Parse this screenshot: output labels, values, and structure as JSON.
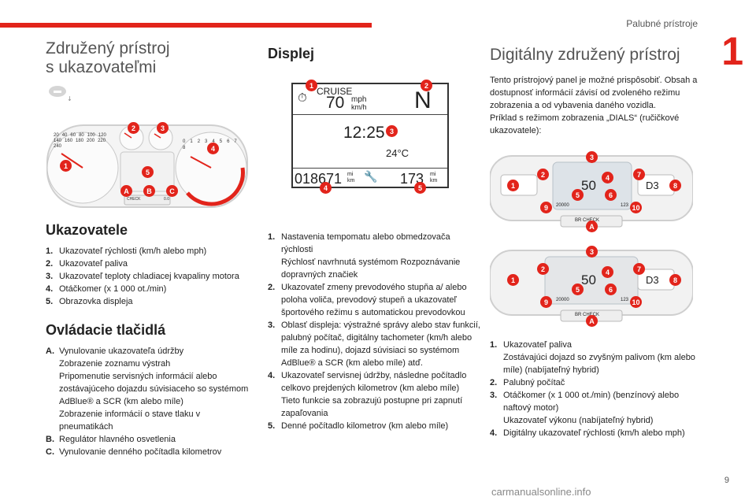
{
  "header": {
    "section_title": "Palubné prístroje",
    "chapter_number": "1"
  },
  "footer": {
    "page_number": "9",
    "watermark": "carmanualsonline.info"
  },
  "col1": {
    "title_line1": "Združený prístroj",
    "title_line2": "s ukazovateľmi",
    "gauges_heading": "Ukazovatele",
    "gauges": [
      {
        "num": "1.",
        "text": "Ukazovateľ rýchlosti (km/h alebo mph)"
      },
      {
        "num": "2.",
        "text": "Ukazovateľ paliva"
      },
      {
        "num": "3.",
        "text": "Ukazovateľ teploty chladiacej kvapaliny motora"
      },
      {
        "num": "4.",
        "text": "Otáčkomer (x 1 000 ot./min)"
      },
      {
        "num": "5.",
        "text": "Obrazovka displeja"
      }
    ],
    "buttons_heading": "Ovládacie tlačidlá",
    "buttons": [
      {
        "num": "A.",
        "lines": [
          "Vynulovanie ukazovateľa údržby",
          "Zobrazenie zoznamu výstrah",
          "Pripomenutie servisných informácií alebo zostávajúceho dojazdu súvisiaceho so systémom AdBlue® a SCR (km alebo míle)",
          "Zobrazenie informácií o stave tlaku v pneumatikách"
        ]
      },
      {
        "num": "B.",
        "lines": [
          "Regulátor hlavného osvetlenia"
        ]
      },
      {
        "num": "C.",
        "lines": [
          "Vynulovanie denného počítadla kilometrov"
        ]
      }
    ],
    "cluster": {
      "badges": [
        "1",
        "2",
        "3",
        "4",
        "5",
        "A",
        "B",
        "C"
      ],
      "speed_ticks": [
        "20",
        "40",
        "60",
        "80",
        "100",
        "120",
        "140",
        "160",
        "180",
        "200",
        "220",
        "240"
      ],
      "rpm_ticks": [
        "0",
        "1",
        "2",
        "3",
        "4",
        "5",
        "6",
        "7",
        "8"
      ],
      "button_labels": [
        "CHECK",
        "",
        "0.0"
      ]
    }
  },
  "col2": {
    "heading": "Displej",
    "display": {
      "cruise": "CRUISE",
      "speed": "70",
      "unit_top": "mph",
      "unit_bottom": "km/h",
      "gear": "N",
      "time": "12:25",
      "temp": "24°C",
      "odometer": "018671",
      "odo_unit_top": "mi",
      "odo_unit_bottom": "km",
      "trip": "173",
      "trip_unit_top": "mi",
      "trip_unit_bottom": "km",
      "badges": [
        "1",
        "2",
        "3",
        "4",
        "5"
      ]
    },
    "items": [
      {
        "num": "1.",
        "lines": [
          "Nastavenia tempomatu alebo obmedzovača rýchlosti",
          "Rýchlosť navrhnutá systémom Rozpoznávanie dopravných značiek"
        ]
      },
      {
        "num": "2.",
        "lines": [
          "Ukazovateľ zmeny prevodového stupňa a/ alebo poloha voliča, prevodový stupeň a ukazovateľ športového režimu s automatickou prevodovkou"
        ]
      },
      {
        "num": "3.",
        "lines": [
          "Oblasť displeja: výstražné správy alebo stav funkcií, palubný počítač, digitálny tachometer (km/h alebo míle za hodinu), dojazd súvisiaci so systémom AdBlue® a SCR (km alebo míle) atď."
        ]
      },
      {
        "num": "4.",
        "lines": [
          "Ukazovateľ servisnej údržby, následne počítadlo celkovo prejdených kilometrov (km alebo míle)",
          "Tieto funkcie sa zobrazujú postupne pri zapnutí zapaľovania"
        ]
      },
      {
        "num": "5.",
        "lines": [
          "Denné počítadlo kilometrov (km alebo míle)"
        ]
      }
    ]
  },
  "col3": {
    "title": "Digitálny združený prístroj",
    "intro": [
      "Tento prístrojový panel je možné prispôsobiť. Obsah a dostupnosť informácií závisí od zvoleného režimu zobrazenia a od vybavenia daného vozidla.",
      "Príklad s režimom zobrazenia „DIALS“ (ručičkové ukazovatele):"
    ],
    "panel": {
      "speed": "50",
      "gear": "D3",
      "odometer": "20000",
      "trip": "123",
      "button": "BR CHECK",
      "badges": [
        "1",
        "2",
        "3",
        "4",
        "5",
        "6",
        "7",
        "8",
        "9",
        "10",
        "A"
      ]
    },
    "items": [
      {
        "num": "1.",
        "lines": [
          "Ukazovateľ paliva",
          "Zostávajúci dojazd so zvyšným palivom (km alebo míle) (nabíjateľný hybrid)"
        ]
      },
      {
        "num": "2.",
        "lines": [
          "Palubný počítač"
        ]
      },
      {
        "num": "3.",
        "lines": [
          "Otáčkomer (x 1 000 ot./min) (benzínový alebo naftový motor)",
          "Ukazovateľ výkonu (nabíjateľný hybrid)"
        ]
      },
      {
        "num": "4.",
        "lines": [
          "Digitálny ukazovateľ rýchlosti (km/h alebo mph)"
        ]
      }
    ]
  },
  "colors": {
    "accent": "#e2241b",
    "text": "#222222",
    "heading_light": "#555555"
  }
}
